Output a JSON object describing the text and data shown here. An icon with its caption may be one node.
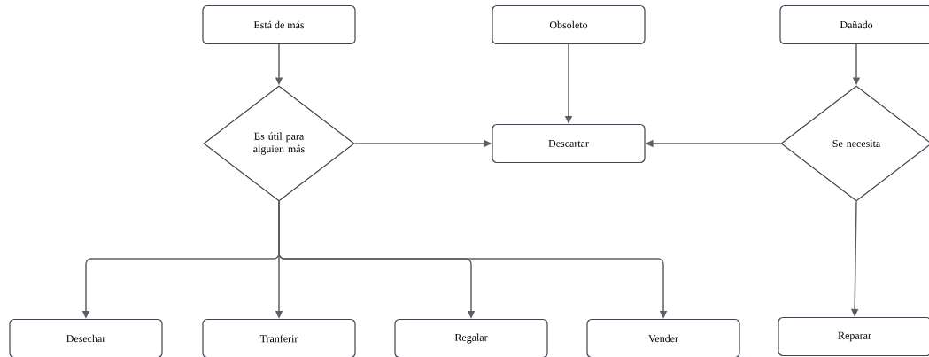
{
  "diagram": {
    "nodes": [
      {
        "text": [
          "Está de más"
        ]
      },
      {
        "text": [
          "Obsoleto"
        ]
      },
      {
        "text": [
          "Dañado"
        ]
      },
      {
        "text": [
          "Es útil para alguien más"
        ]
      },
      {
        "text": [
          "Descartar"
        ]
      },
      {
        "text": [
          "Se necesita"
        ]
      },
      {
        "text": [
          "Desechar"
        ]
      },
      {
        "text": [
          "Tranferir"
        ]
      },
      {
        "text": [
          "Regalar"
        ]
      },
      {
        "text": [
          "Vender"
        ]
      },
      {
        "text": [
          "Reparar"
        ]
      }
    ],
    "edges": [
      {
        "from": 0,
        "to": 3,
        "arrow": "to"
      },
      {
        "from": 1,
        "to": 4,
        "arrow": "to"
      },
      {
        "from": 2,
        "to": 5,
        "arrow": "to"
      },
      {
        "from": 3,
        "to": 4,
        "arrow": "to"
      },
      {
        "from": 5,
        "to": 4,
        "arrow": "to"
      },
      {
        "from": 3,
        "to": 6,
        "arrow": "to"
      },
      {
        "from": 3,
        "to": 7,
        "arrow": "to"
      },
      {
        "from": 3,
        "to": 8,
        "arrow": "to"
      },
      {
        "from": 3,
        "to": 9,
        "arrow": "to"
      },
      {
        "from": 5,
        "to": 10,
        "arrow": "to"
      }
    ]
  }
}
